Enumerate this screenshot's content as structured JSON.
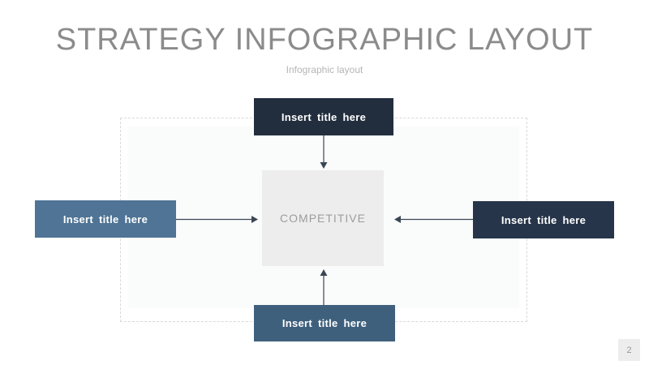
{
  "slide": {
    "title": "STRATEGY INFOGRAPHIC LAYOUT",
    "subtitle": "Infographic layout",
    "page_number": "2"
  },
  "diagram": {
    "center": {
      "label": "COMPETITIVE",
      "bg": "#ededed",
      "text_color": "#9d9d9d"
    },
    "nodes": [
      {
        "id": "top",
        "label": "Insert title here",
        "bg": "#222e3e"
      },
      {
        "id": "right",
        "label": "Insert title here",
        "bg": "#263549"
      },
      {
        "id": "bottom",
        "label": "Insert title here",
        "bg": "#3f607d"
      },
      {
        "id": "left",
        "label": "Insert title here",
        "bg": "#4f7495"
      }
    ],
    "arrow_color": "#3a4654"
  },
  "colors": {
    "background": "#ffffff",
    "title_text": "#8b8b8b",
    "subtitle_text": "#b5b5b5",
    "dashed_border": "#d9d9d9",
    "inner_panel_bg": "#fafbfb",
    "node_text": "#ffffff",
    "page_badge_bg": "#ededed",
    "page_badge_text": "#999999"
  }
}
